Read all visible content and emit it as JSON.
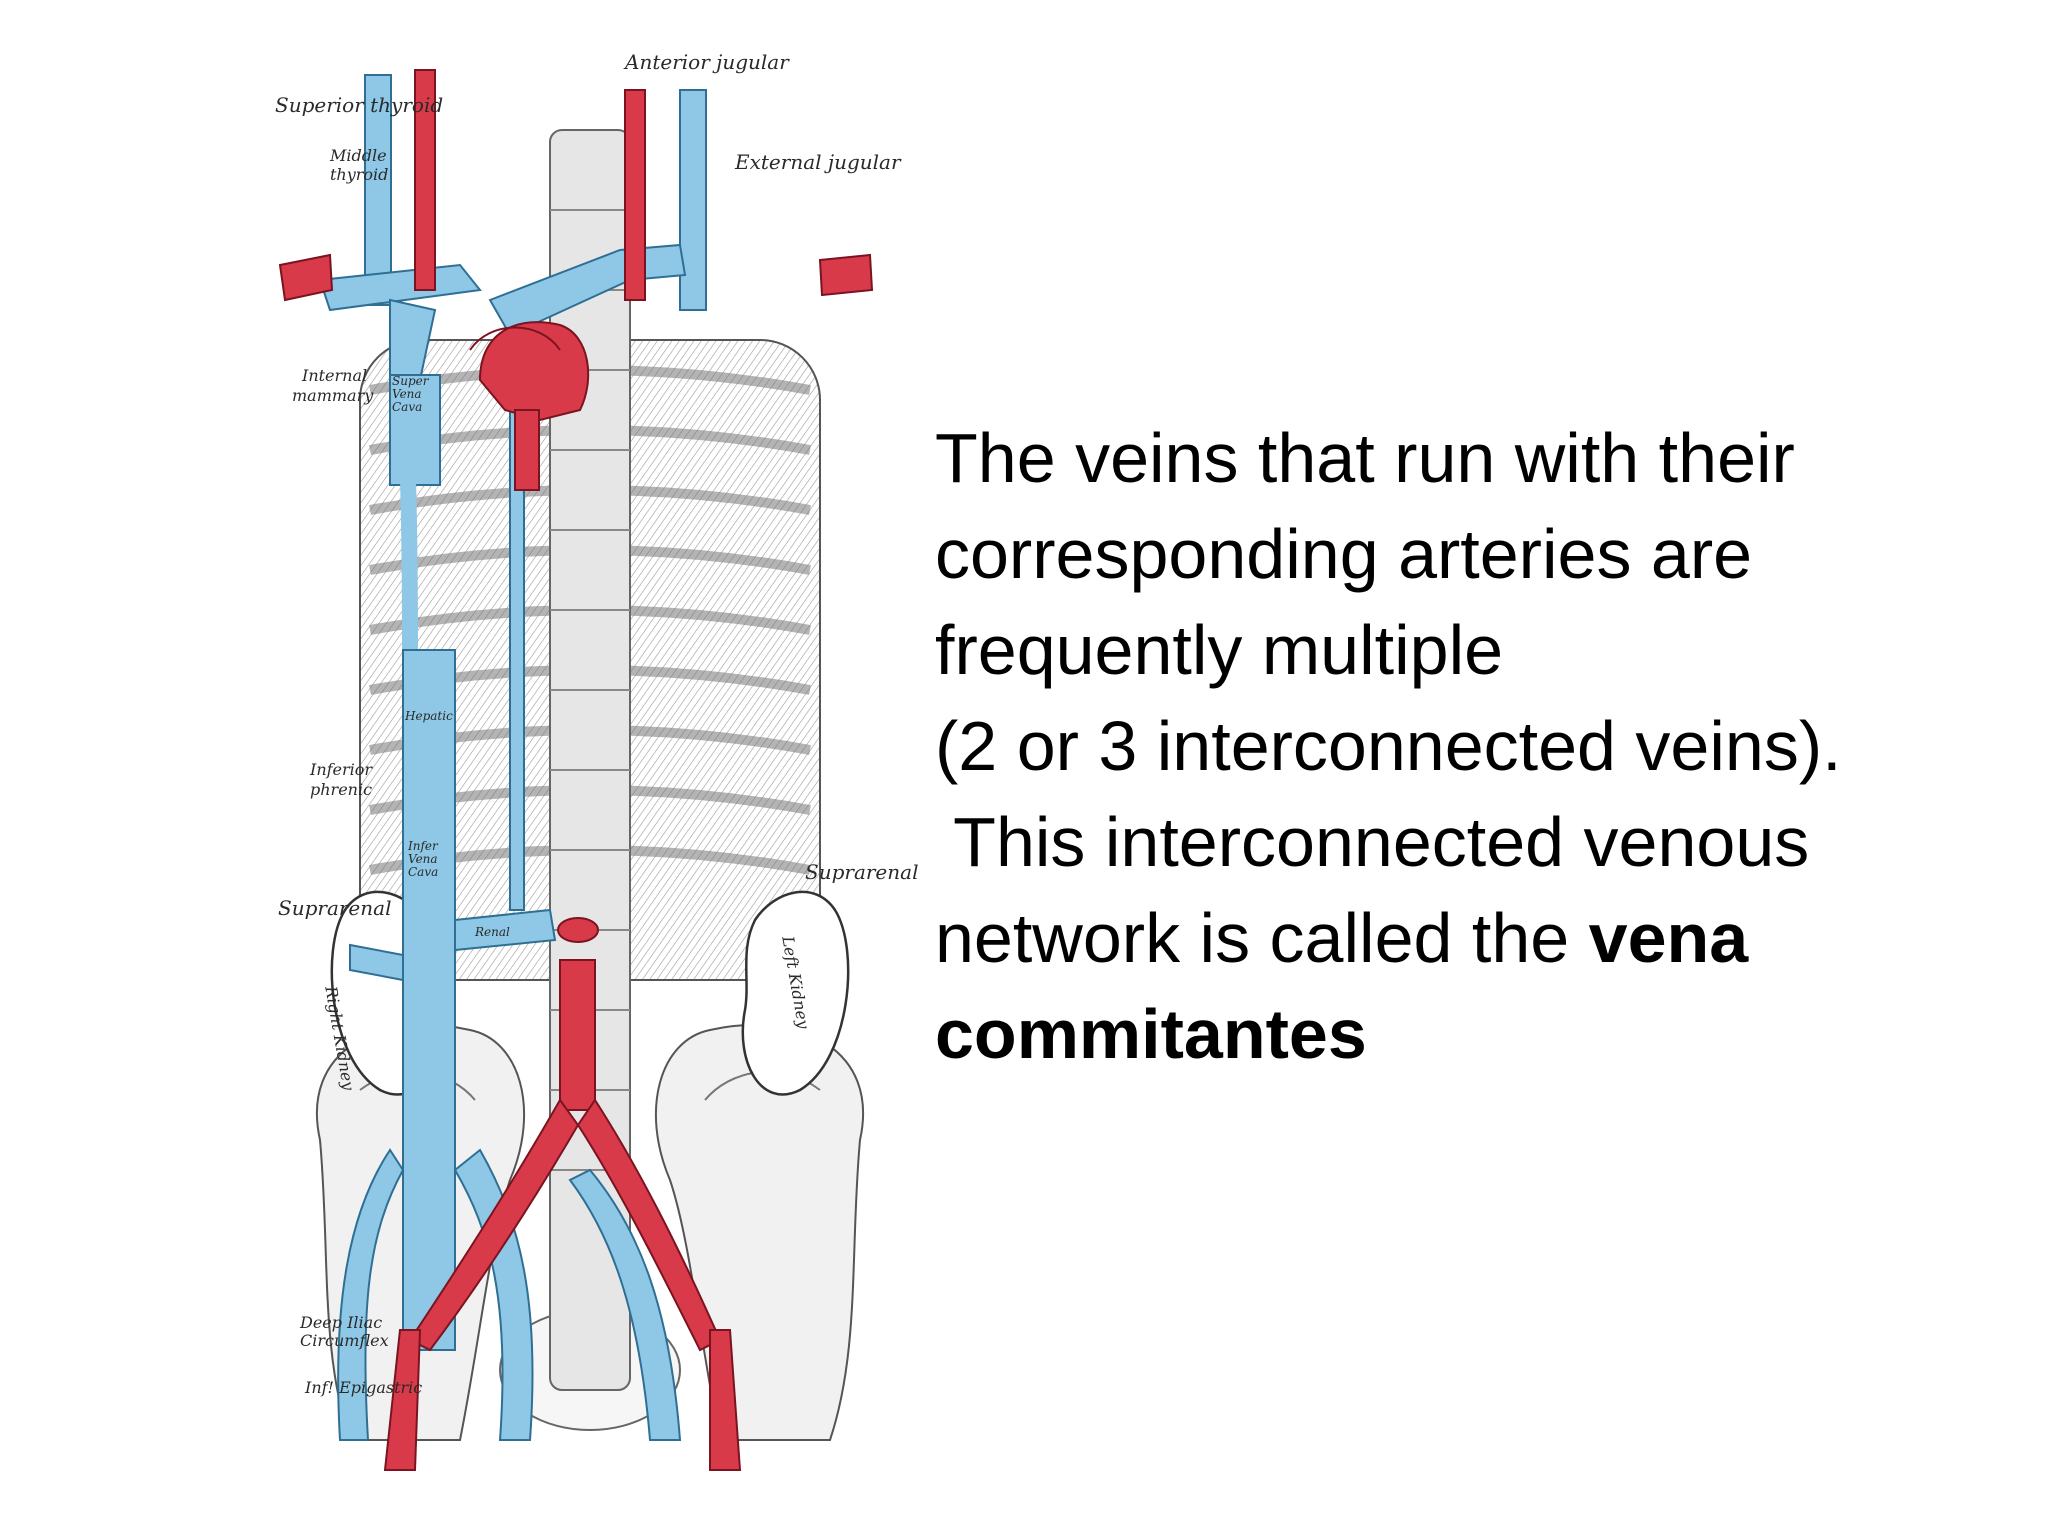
{
  "slide": {
    "text_lines": [
      "The veins that run with their",
      "corresponding arteries are",
      "frequently multiple",
      "(2 or 3 interconnected veins).",
      " This interconnected venous"
    ],
    "last_line_prefix": "network is called the ",
    "bold_term_part1": "vena",
    "bold_term_part2": "commitantes"
  },
  "figure": {
    "labels": {
      "anterior_jugular": "Anterior jugular",
      "superior_thyroid": "Superior thyroid",
      "middle_thyroid_1": "Middle",
      "middle_thyroid_2": "thyroid",
      "external_jugular": "External jugular",
      "internal_mammary_1": "Internal",
      "internal_mammary_2": "mammary",
      "inferior_phrenic_1": "Inferior",
      "inferior_phrenic_2": "phrenic",
      "suprarenal_left": "Suprarenal",
      "suprarenal_right": "Suprarenal",
      "right_kidney": "Right Kidney",
      "left_kidney": "Left Kidney",
      "deep_iliac_1": "Deep Iliac",
      "deep_iliac_2": "Circumflex",
      "inf_epigastric": "Inf! Epigastric",
      "sup_vena_cava_1": "Super",
      "sup_vena_cava_2": "Vena",
      "sup_vena_cava_3": "Cava",
      "inf_vena_cava_1": "Infer",
      "inf_vena_cava_2": "Vena",
      "inf_vena_cava_3": "Cava",
      "renal": "Renal",
      "hepatic": "Hepatic"
    },
    "colors": {
      "vein": "#8ec8e6",
      "vein_edge": "#2f6f93",
      "artery": "#d83a4a",
      "artery_edge": "#7a1420",
      "bone": "#ececec",
      "bone_edge": "#6c6c6c"
    }
  }
}
